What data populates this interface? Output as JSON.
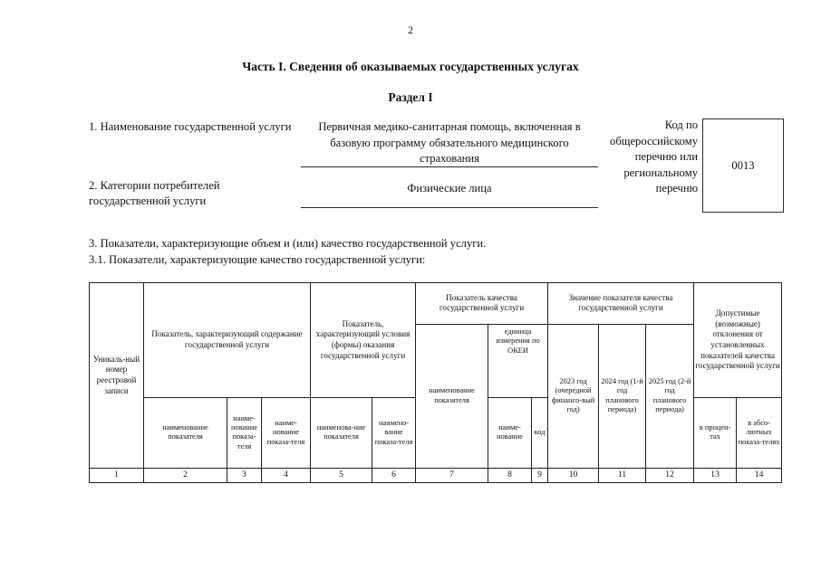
{
  "page": {
    "number": "2",
    "doc_title": "Часть I. Сведения об оказываемых государственных услугах",
    "section_title": "Раздел I"
  },
  "fields": {
    "service_name_label": "1. Наименование государственной услуги",
    "service_name_value": "Первичная медико-санитарная помощь, включенная в базовую программу обязательного медицинского страхования",
    "consumers_label": "2. Категории потребителей государственной услуги",
    "consumers_value": "Физические лица"
  },
  "code_block": {
    "caption": "Код по общероссийскому перечню или региональному перечню",
    "value": "0013"
  },
  "paragraphs": {
    "p3": "3. Показатели, характеризующие объем и (или) качество государственной услуги.",
    "p31": "3.1. Показатели, характеризующие качество государственной услуги:"
  },
  "table": {
    "group_headers": {
      "unique_number": "Уникаль-ный номер реестровой записи",
      "content_indicator": "Показатель, характеризующий содержание государственной услуги",
      "conditions_indicator": "Показатель, характеризующий условия (формы) оказания государственной услуги",
      "quality_indicator": "Показатель качества государственной услуги",
      "quality_value": "Значение показателя качества государственной услуги",
      "deviations": "Допустимые (возможные) отклонения от установленных показателей качества государственной услуги"
    },
    "sub_headers": {
      "c2": "наименование показателя",
      "c3": "наиме-нование показа-теля",
      "c4": "наиме-нование показа-теля",
      "c5": "наименова-ние показателя",
      "c6": "наимено-вание показа-теля",
      "c7": "наименование показателя",
      "unit_group": "единица измерения по ОКЕИ",
      "c8": "наиме-нование",
      "c9": "код",
      "c10": "2023 год (очередной финансо-вый год)",
      "c11": "2024 год (1-й год планового периода)",
      "c12": "2025 год (2-й год планового периода)",
      "c13": "в процен-тах",
      "c14": "в абсо-лютных показа-телях"
    },
    "column_numbers": [
      "1",
      "2",
      "3",
      "4",
      "5",
      "6",
      "7",
      "8",
      "9",
      "10",
      "11",
      "12",
      "13",
      "14"
    ]
  }
}
